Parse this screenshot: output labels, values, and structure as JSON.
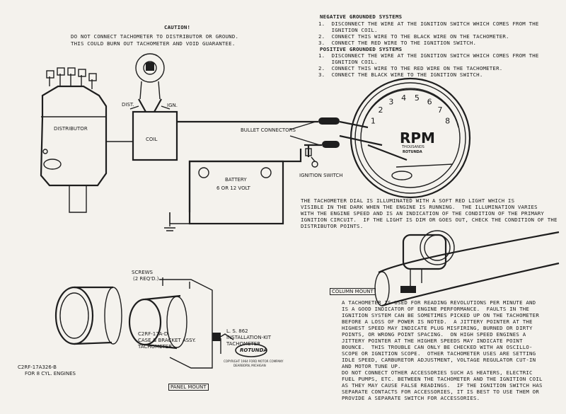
{
  "caution": {
    "title": "CAUTION!",
    "lines": [
      "DO NOT CONNECT TACHOMETER TO DISTRIBUTOR OR GROUND.",
      "THIS COULD BURN OUT TACHOMETER AND VOID GUARANTEE."
    ]
  },
  "instructions": {
    "negative_title": "NEGATIVE GROUNDED SYSTEMS",
    "negative_steps": [
      "1.  DISCONNECT THE WIRE AT THE IGNITION SWITCH WHICH COMES FROM THE",
      "    IGNITION COIL.",
      "2.  CONNECT THIS WIRE TO THE BLACK WIRE ON THE TACHOMETER.",
      "3.  CONNECT THE RED WIRE TO THE IGNITION SWITCH."
    ],
    "positive_title": "POSITIVE GROUNDED SYSTEMS",
    "positive_steps": [
      "1.  DISCONNECT THE WIRE AT THE IGNITION SWITCH WHICH COMES FROM THE",
      "    IGNITION COIL.",
      "2.  CONNECT THIS WIRE TO THE RED WIRE ON THE TACHOMETER.",
      "3.  CONNECT THE BLACK WIRE TO THE IGNITION SWITCH."
    ]
  },
  "labels": {
    "distributor": "DISTRIBUTOR",
    "coil": "COIL",
    "dist": "DIST.",
    "ign": "IGN.",
    "bullet_connectors": "BULLET CONNECTORS",
    "ignition_switch": "IGNITION SWITCH",
    "battery": "BATTERY",
    "battery_volts": "6 OR 12 VOLT",
    "screws": "SCREWS",
    "screws_sub": "(2 REQ'D.)",
    "column_mount": "COLUMN MOUNT",
    "panel_mount": "PANEL MOUNT",
    "kit_lines": [
      "L. S. 862",
      "INSTALLATION-KIT",
      "TACHOMETER"
    ],
    "part_upper": [
      "C2RF-17A-D",
      "CASE & BRACKET ASSY.",
      "TACHOMETER"
    ],
    "part_lower": [
      "C2RF-17A326-B",
      "FOR 8 CYL. ENGINES"
    ],
    "brand": "ROTUNDA",
    "copyright": [
      "COPYRIGHT 1964 FORD MOTOR COMPANY",
      "DEARBORN, MICHIGAN"
    ]
  },
  "gauge": {
    "numbers": [
      "1",
      "2",
      "3",
      "4",
      "5",
      "6",
      "7",
      "8"
    ],
    "unit": "RPM",
    "sub": "THOUSANDS",
    "brand": "ROTUNDA"
  },
  "dial_note": [
    "THE TACHOMETER DIAL IS ILLUMINATED WITH A SOFT RED LIGHT WHICH IS",
    "VISIBLE IN THE DARK WHEN THE ENGINE IS RUNNING.  THE ILLUMINATION VARIES",
    "WITH THE ENGINE SPEED AND IS AN INDICATION OF THE CONDITION OF THE PRIMARY",
    "IGNITION CIRCUIT.  IF THE LIGHT IS DIM OR GOES OUT, CHECK THE CONDITION OF THE",
    "DISTRIBUTOR POINTS."
  ],
  "usage_note": [
    "A TACHOMETER IS USED FOR READING REVOLUTIONS PER MINUTE AND",
    "IS A GOOD INDICATOR OF ENGINE PERFORMANCE.  FAULTS IN THE",
    "IGNITION SYSTEM CAN BE SOMETIMES PICKED UP ON THE TACHOMETER",
    "BEFORE A LOSS OF POWER IS NOTED.  A JITTERY POINTER AT THE",
    "HIGHEST SPEED MAY INDICATE PLUG MISFIRING, BURNED OR DIRTY",
    "POINTS, OR WRONG POINT SPACING.  ON HIGH SPEED ENGINES A",
    "JITTERY POINTER AT THE HIGHER SPEEDS MAY INDICATE POINT",
    "BOUNCE.  THIS TROUBLE CAN ONLY BE CHECKED WITH AN OSCILLO-",
    "SCOPE OR IGNITION SCOPE.  OTHER TACHOMETER USES ARE SETTING",
    "IDLE SPEED, CARBURETOR ADJUSTMENT, VOLTAGE REGULATOR CUT-IN",
    "AND MOTOR TUNE UP.",
    "DO NOT CONNECT OTHER ACCESSORIES SUCH AS HEATERS, ELECTRIC",
    "FUEL PUMPS, ETC. BETWEEN THE TACHOMETER AND THE IGNITION COIL",
    "AS THEY MAY CAUSE FALSE READINGS.  IF THE IGNITION SWITCH HAS",
    "SEPARATE CONTACTS FOR ACCESSORIES, IT IS BEST TO USE THEM OR",
    "PROVIDE A SEPARATE SWITCH FOR ACCESSORIES."
  ]
}
